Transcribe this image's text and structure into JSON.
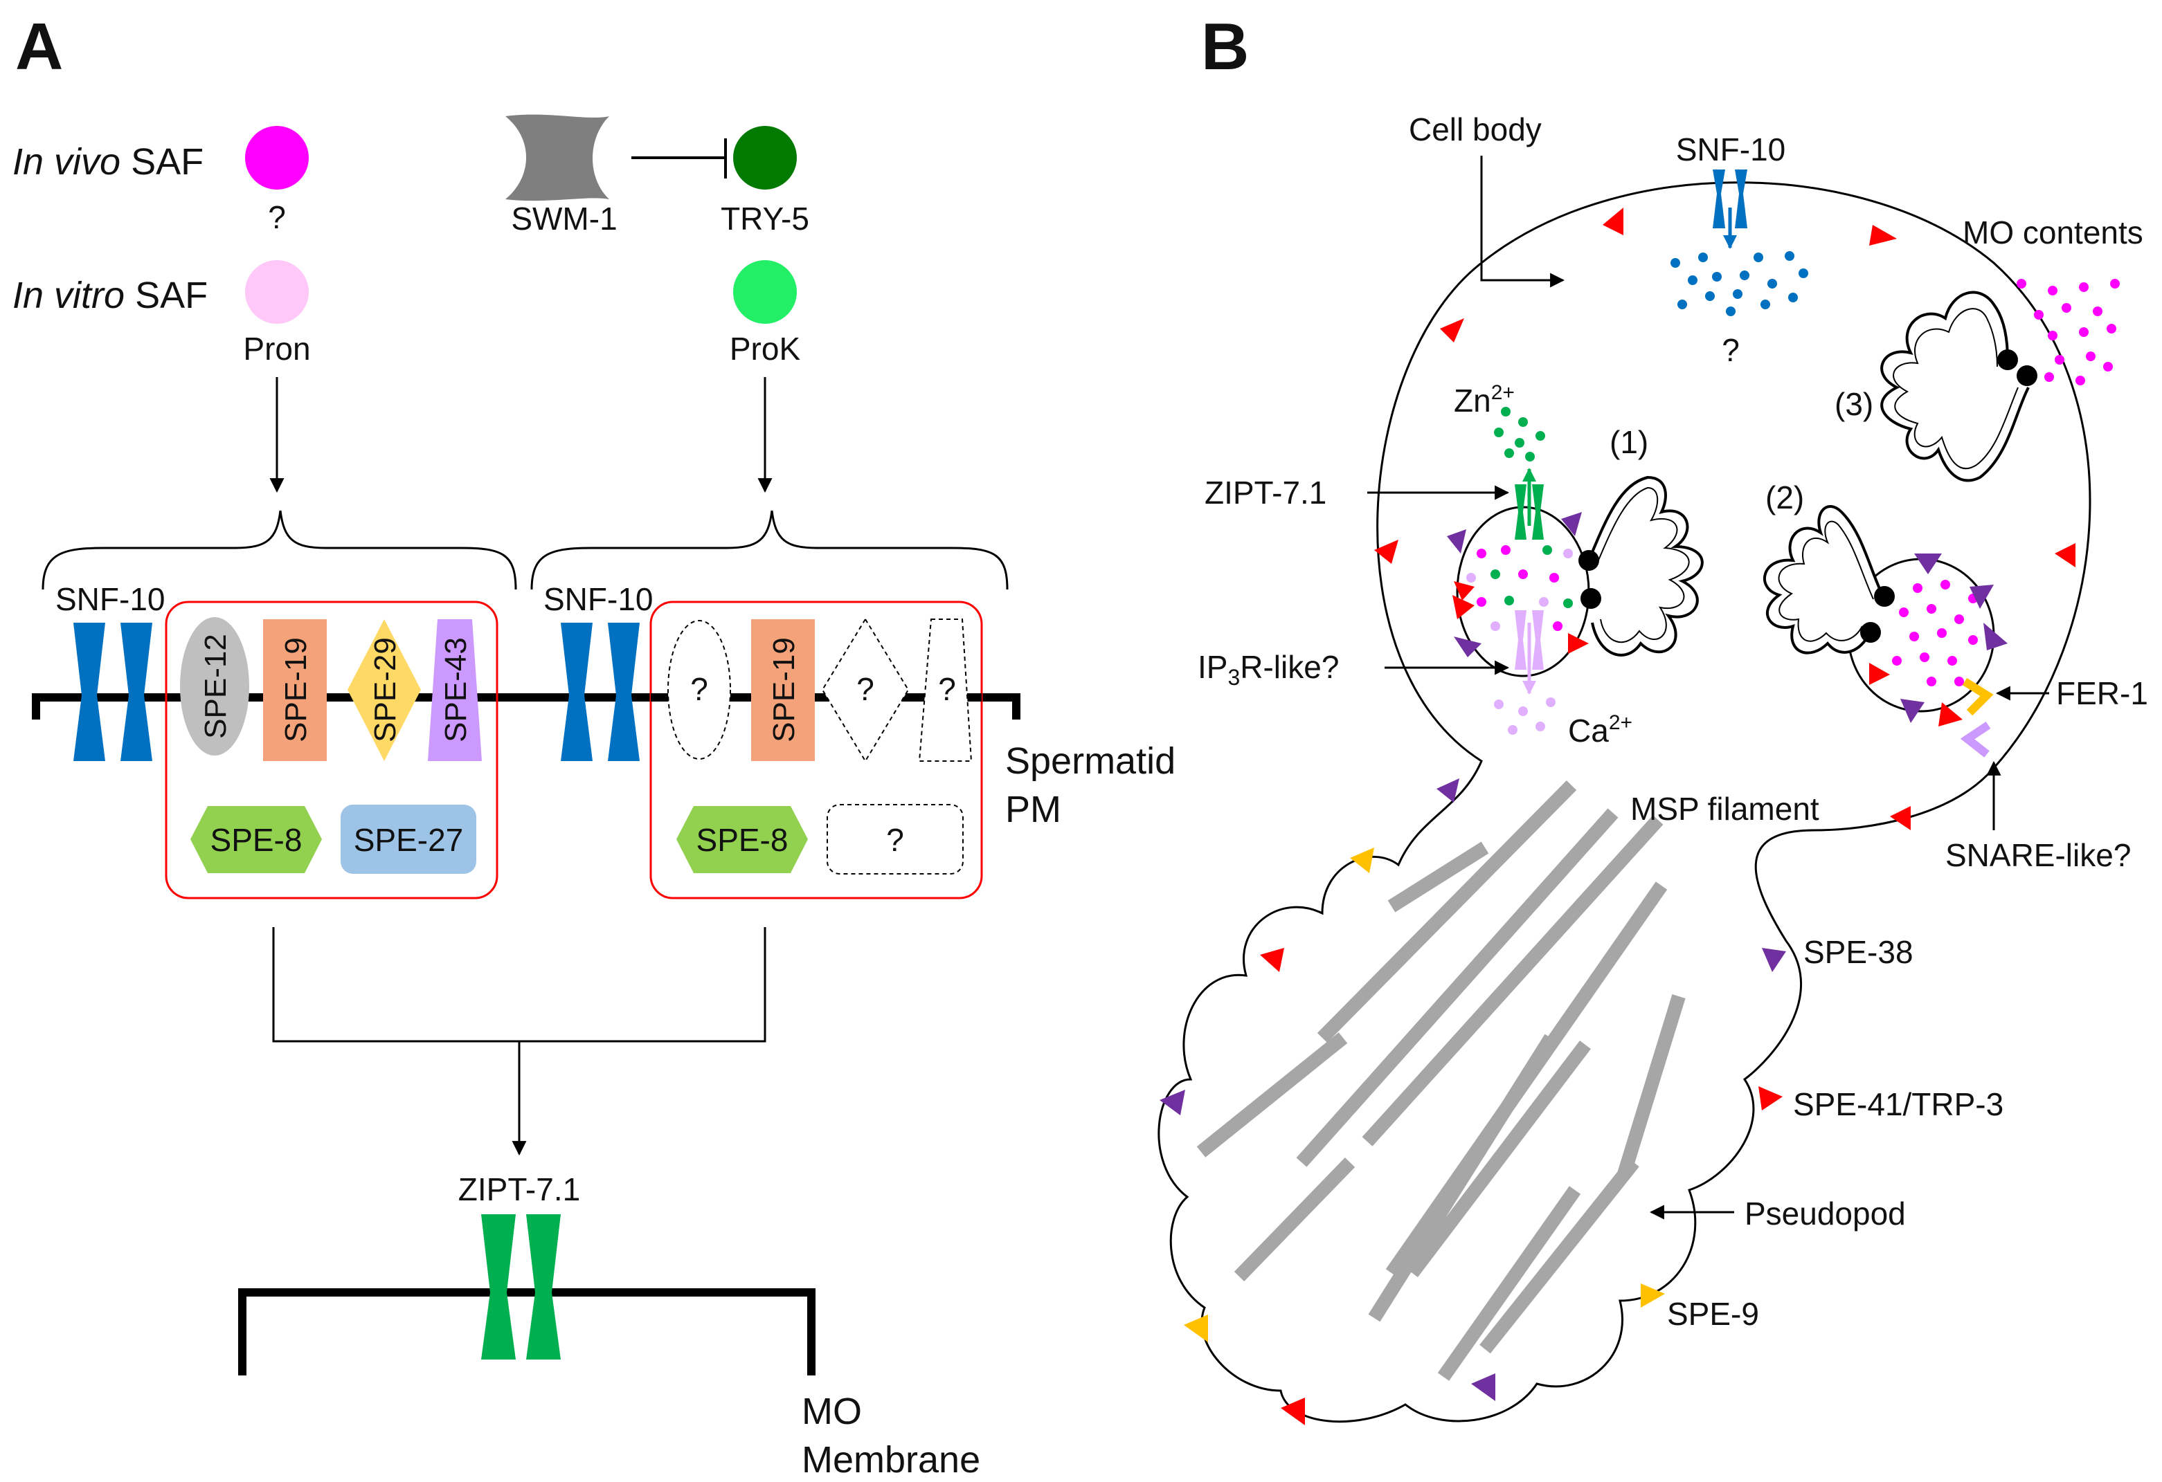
{
  "panel_a": {
    "label": "A",
    "invivo_italic": "In vivo",
    "invivo_rest": " SAF",
    "invivo_question": "?",
    "invitro_italic": "In vitro",
    "invitro_rest": " SAF",
    "pron": "Pron",
    "swm1": "SWM-1",
    "try5": "TRY-5",
    "prok": "ProK",
    "snf10_left": "SNF-10",
    "snf10_right": "SNF-10",
    "spe12": "SPE-12",
    "spe19_left": "SPE-19",
    "spe29": "SPE-29",
    "spe43": "SPE-43",
    "spe8_left": "SPE-8",
    "spe27": "SPE-27",
    "q_ellipse": "?",
    "spe19_right": "SPE-19",
    "q_diamond": "?",
    "q_trap": "?",
    "spe8_right": "SPE-8",
    "q_box": "?",
    "spermatid_line1": "Spermatid",
    "spermatid_line2": "PM",
    "zipt": "ZIPT-7.1",
    "mo_line1": "MO",
    "mo_line2": "Membrane"
  },
  "panel_b": {
    "label": "B",
    "cell_body": "Cell body",
    "snf10": "SNF-10",
    "snf10_question": "?",
    "mo_contents": "MO contents",
    "n3": "(3)",
    "zn_base": "Zn",
    "zn_sup": "2+",
    "n1": "(1)",
    "n2": "(2)",
    "zipt": "ZIPT-7.1",
    "ip3_pre": "IP",
    "ip3_sub": "3",
    "ip3_post": "R-like?",
    "ca_base": "Ca",
    "ca_sup": "2+",
    "fer1": "FER-1",
    "snare": "SNARE-like?",
    "msp": "MSP filament",
    "spe38": "SPE-38",
    "spe41": "SPE-41/TRP-3",
    "pseudopod": "Pseudopod",
    "spe9": "SPE-9"
  },
  "colors": {
    "invivo_saf": "#ff00ff",
    "invitro_saf": "#ffc8f8",
    "try5": "#007a00",
    "prok": "#22ee66",
    "snf10": "#0070c0",
    "zipt": "#00b050",
    "spe12": "#bfbfbf",
    "spe19": "#f4a27a",
    "spe29": "#ffd966",
    "spe43": "#cc99ff",
    "spe8": "#92d050",
    "spe27": "#9dc3e6",
    "red_box": "#ff0000",
    "swm1": "#7f7f7f",
    "msp": "#a6a6a6",
    "fer1": "#ffc000",
    "snare": "#cc99ff",
    "spe38": "#7030a0",
    "spe41": "#ff0000",
    "spe9": "#ffc000",
    "zinc_dots": "#00b050",
    "calcium_dots": "#e0b0ff",
    "mo_dots": "#ff00ff"
  }
}
